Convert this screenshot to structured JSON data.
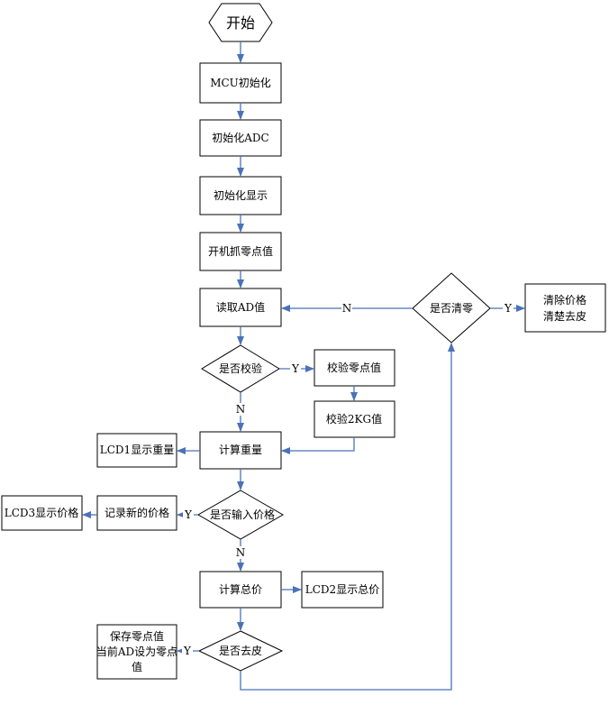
{
  "nodes": {
    "start": "开始",
    "mcu_init": "MCU初始化",
    "adc_init": "初始化ADC",
    "display_init": "初始化显示",
    "capture_zero": "开机抓零点值",
    "read_ad": "读取AD值",
    "q_clear": "是否清零",
    "clear_action_line1": "清除价格",
    "clear_action_line2": "清楚去皮",
    "q_calibrate": "是否校验",
    "cal_zero": "校验零点值",
    "cal_2kg": "校验2KG值",
    "calc_weight": "计算重量",
    "lcd1_weight": "LCD1显示重量",
    "q_input_price": "是否输入价格",
    "record_price": "记录新的价格",
    "lcd3_price": "LCD3显示价格",
    "calc_total": "计算总价",
    "lcd2_total": "LCD2显示总价",
    "q_tare": "是否去皮",
    "tare_line1": "保存零点值",
    "tare_line2": "当前AD设为零点",
    "tare_line3": "值"
  },
  "edge_labels": {
    "yes": "Y",
    "no": "N"
  },
  "colors": {
    "arrow": "#4a72b8",
    "box_border": "#000000",
    "box_fill": "#ffffff"
  }
}
